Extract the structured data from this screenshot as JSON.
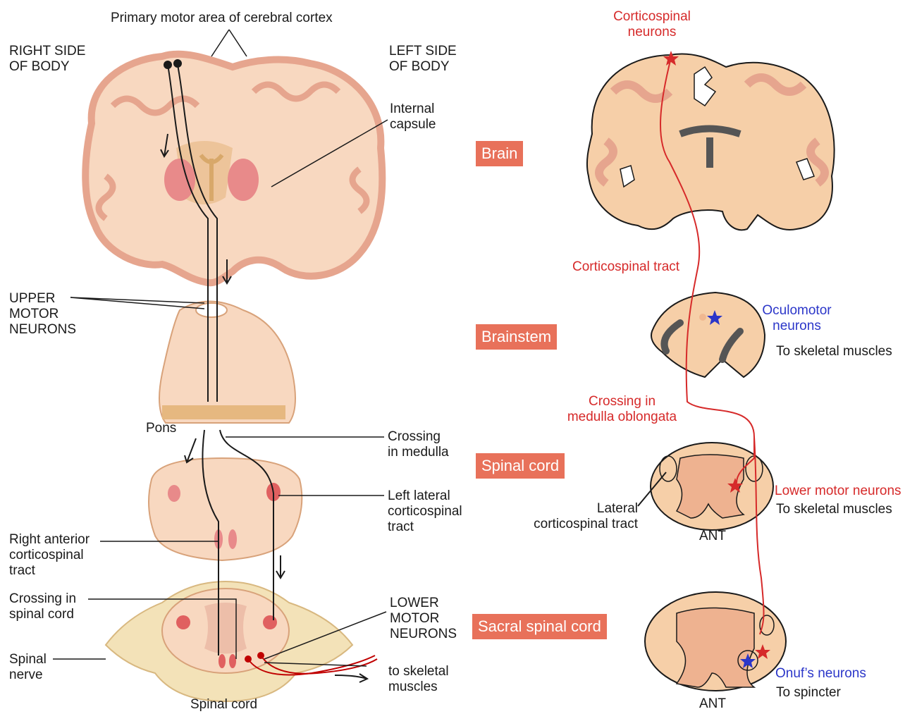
{
  "left_panel": {
    "primary_motor": "Primary motor area of cerebral cortex",
    "right_side": [
      "RIGHT SIDE",
      "OF BODY"
    ],
    "left_side": [
      "LEFT SIDE",
      "OF BODY"
    ],
    "internal_capsule": [
      "Internal",
      "capsule"
    ],
    "upper_motor": [
      "UPPER",
      "MOTOR",
      "NEURONS"
    ],
    "pons": "Pons",
    "crossing_medulla": [
      "Crossing",
      "in medulla"
    ],
    "left_lateral": [
      "Left lateral",
      "corticospinal",
      "tract"
    ],
    "right_anterior": [
      "Right anterior",
      "corticospinal",
      "tract"
    ],
    "crossing_spinal": [
      "Crossing in",
      "spinal cord"
    ],
    "lower_motor": [
      "LOWER",
      "MOTOR",
      "NEURONS"
    ],
    "spinal_nerve": [
      "Spinal",
      "nerve"
    ],
    "to_skeletal": [
      "to skeletal",
      "muscles"
    ],
    "spinal_cord": "Spinal cord"
  },
  "badges": {
    "brain": "Brain",
    "brainstem": "Brainstem",
    "spinal_cord": "Spinal cord",
    "sacral": "Sacral spinal cord"
  },
  "right_panel": {
    "corticospinal_neurons": [
      "Corticospinal",
      "neurons"
    ],
    "corticospinal_tract": "Corticospinal tract",
    "oculomotor": [
      "Oculomotor",
      "neurons"
    ],
    "to_skeletal_1": "To skeletal muscles",
    "crossing": [
      "Crossing in",
      "medulla oblongata"
    ],
    "lower_motor_neurons": "Lower motor neurons",
    "to_skeletal_2": "To skeletal muscles",
    "lateral": [
      "Lateral",
      "corticospinal tract"
    ],
    "ant_1": "ANT",
    "onuf": "Onuf’s neurons",
    "to_spincter": "To spincter",
    "ant_2": "ANT"
  },
  "colors": {
    "tissue": "#f6cfa8",
    "cortex": "#e6a58e",
    "tract_red": "#d62a2a",
    "badge": "#e8715a",
    "onuf_blue": "#2b36c9"
  }
}
